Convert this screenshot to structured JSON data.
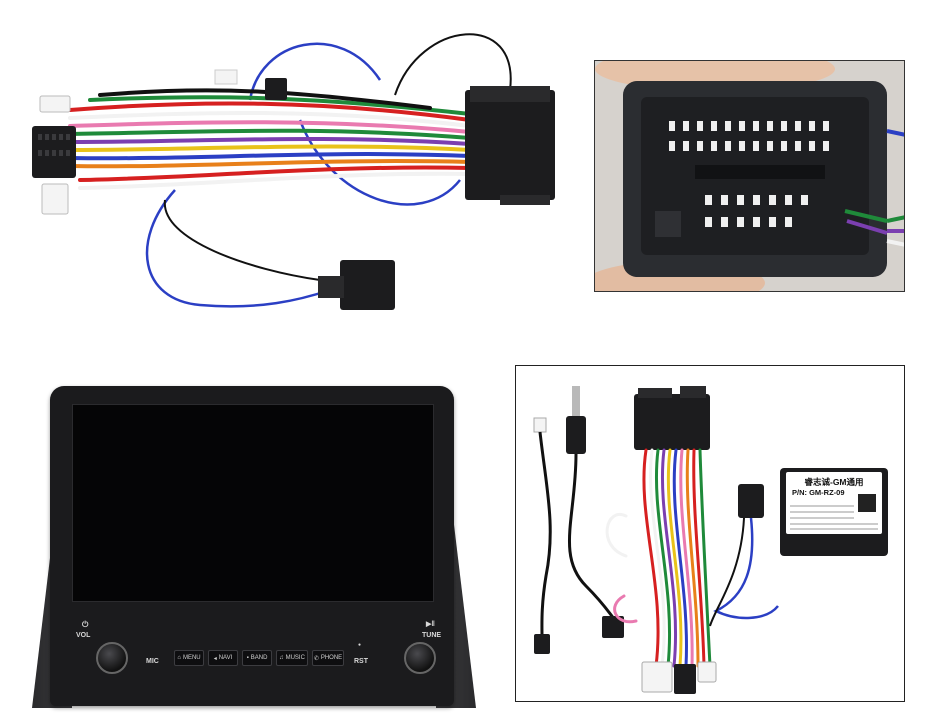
{
  "head_unit": {
    "vol_label": "VOL",
    "mic_label": "MIC",
    "rst_label": "RST",
    "tune_label": "TUNE",
    "buttons": [
      {
        "label": "MENU",
        "glyph": "⌂"
      },
      {
        "label": "NAVI",
        "glyph": "◂"
      },
      {
        "label": "BAND",
        "glyph": "▪"
      },
      {
        "label": "MUSIC",
        "glyph": "♫"
      },
      {
        "label": "PHONE",
        "glyph": "✆"
      }
    ]
  },
  "control_box": {
    "title": "睿志诚-GM通用",
    "part_number": "P/N: GM-RZ-09"
  },
  "colors": {
    "connector_black": "#1c1c1e",
    "wire_blue": "#2b3fc4",
    "wire_red": "#d62020",
    "wire_green": "#1f8a3a",
    "wire_yellow": "#e8c21a",
    "wire_white": "#f2f2f2",
    "wire_purple": "#7b3fb0",
    "wire_pink": "#e97ab0",
    "wire_orange": "#e8801a"
  }
}
